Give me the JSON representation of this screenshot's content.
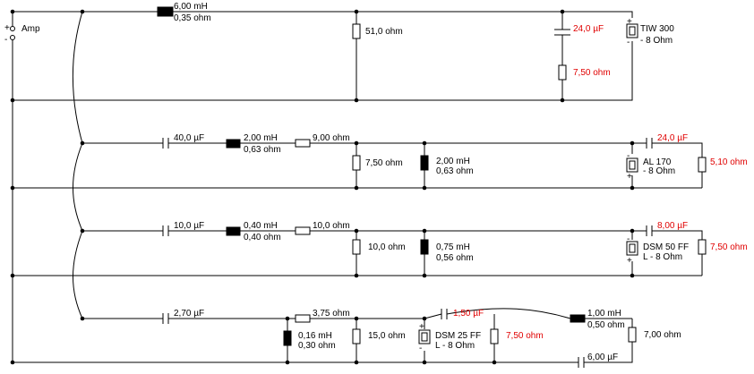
{
  "amp": {
    "label": "Amp",
    "plus": "+",
    "minus": "-"
  },
  "branch1": {
    "l1_value": "6,00 mH",
    "l1_res": "0,35 ohm",
    "r1": "51,0 ohm",
    "c_notch": "24,0 µF",
    "r_notch": "7,50 ohm",
    "speaker_name": "TIW 300",
    "speaker_imp": "- 8 Ohm",
    "plus": "+",
    "minus": "-"
  },
  "branch2": {
    "c1": "40,0 µF",
    "l1_value": "2,00 mH",
    "l1_res": "0,63 ohm",
    "r_series": "9,00 ohm",
    "r_shunt": "7,50 ohm",
    "l2_value": "2,00 mH",
    "l2_res": "0,63 ohm",
    "speaker_name": "AL 170",
    "speaker_imp": "- 8 Ohm",
    "c_out": "24,0 µF",
    "r_out": "5,10 ohm",
    "plus": "+",
    "minus": "-"
  },
  "branch3": {
    "c1": "10,0 µF",
    "l1_value": "0,40 mH",
    "l1_res": "0,40 ohm",
    "r_series": "10,0 ohm",
    "r_shunt": "10,0 ohm",
    "l2_value": "0,75 mH",
    "l2_res": "0,56 ohm",
    "speaker_name": "DSM 50 FF",
    "speaker_imp": "L - 8 Ohm",
    "c_out": "8,00 µF",
    "r_out": "7,50 ohm",
    "plus": "+",
    "minus": "-"
  },
  "branch4": {
    "c1": "2,70 µF",
    "r_series": "3,75 ohm",
    "l_shunt_value": "0,16 mH",
    "l_shunt_res": "0,30 ohm",
    "r_shunt": "15,0 ohm",
    "speaker_name": "DSM 25 FF",
    "speaker_imp": "L - 8 Ohm",
    "c_bridge": "1,50 µF",
    "r_par": "7,50 ohm",
    "l_bridge_value": "1,00 mH",
    "l_bridge_res": "0,50 ohm",
    "r_right": "7,00 ohm",
    "c_bottom": "6,00 µF",
    "plus": "+",
    "minus": "-"
  }
}
